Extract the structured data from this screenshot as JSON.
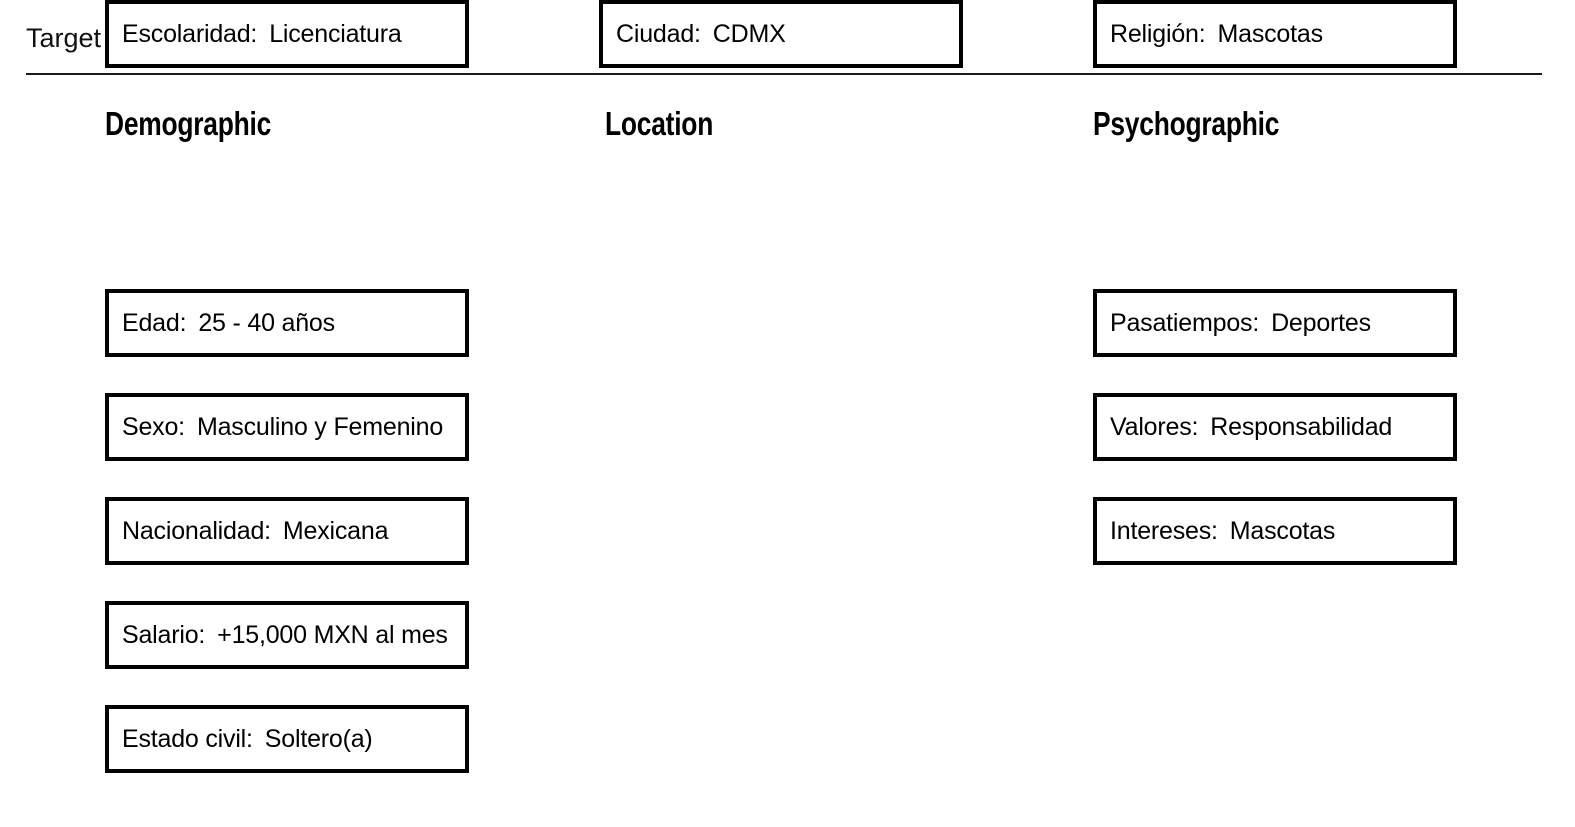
{
  "header": {
    "title": "Target audience"
  },
  "columns": {
    "demographic": {
      "heading": "Demographic",
      "fields": [
        {
          "label": "Edad:",
          "value": "25 - 40 años"
        },
        {
          "label": "Sexo:",
          "value": "Masculino y Femenino"
        },
        {
          "label": "Nacionalidad:",
          "value": "Mexicana"
        },
        {
          "label": "Salario:",
          "value": "+15,000 MXN al mes"
        },
        {
          "label": "Estado civil:",
          "value": "Soltero(a)"
        },
        {
          "label": "Escolaridad:",
          "value": "Licenciatura"
        }
      ]
    },
    "location": {
      "heading": "Location",
      "fields": [
        {
          "label": "Ciudad:",
          "value": "CDMX"
        }
      ]
    },
    "psychographic": {
      "heading": "Psychographic",
      "fields": [
        {
          "label": "Pasatiempos:",
          "value": "Deportes"
        },
        {
          "label": "Valores:",
          "value": "Responsabilidad"
        },
        {
          "label": "Intereses:",
          "value": "Mascotas"
        },
        {
          "label": "Religión:",
          "value": "Mascotas"
        }
      ]
    }
  }
}
